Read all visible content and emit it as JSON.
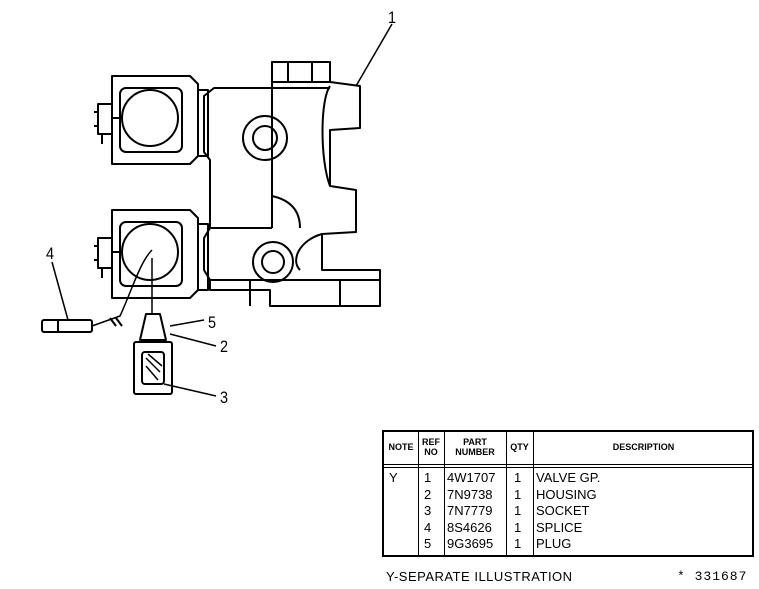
{
  "callouts": [
    "1",
    "2",
    "3",
    "4",
    "5"
  ],
  "table": {
    "headers": {
      "note": "NOTE",
      "ref_no": [
        "REF",
        "NO"
      ],
      "part_number": [
        "PART",
        "NUMBER"
      ],
      "qty": "QTY",
      "description": "DESCRIPTION"
    },
    "note_value": "Y",
    "rows": [
      {
        "ref": "1",
        "part": "4W1707",
        "qty": "1",
        "desc": "VALVE GP."
      },
      {
        "ref": "2",
        "part": "7N9738",
        "qty": "1",
        "desc": "HOUSING"
      },
      {
        "ref": "3",
        "part": "7N7779",
        "qty": "1",
        "desc": "SOCKET"
      },
      {
        "ref": "4",
        "part": "8S4626",
        "qty": "1",
        "desc": "SPLICE"
      },
      {
        "ref": "5",
        "part": "9G3695",
        "qty": "1",
        "desc": "PLUG"
      }
    ]
  },
  "footer_note": "Y-SEPARATE ILLUSTRATION",
  "illustration_number": "* 331687"
}
